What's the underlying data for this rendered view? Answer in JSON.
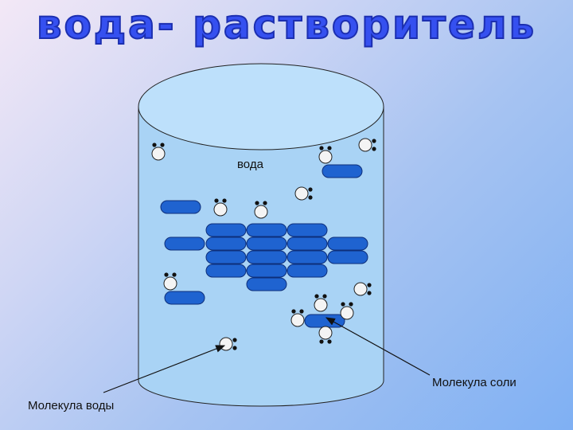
{
  "title": "вода- растворитель",
  "labels": {
    "water": "вода",
    "salt_molecule": "Молекула соли",
    "water_molecule": "Молекула воды"
  },
  "colors": {
    "title": "#3550f0",
    "salt_fill": "#1f63d0",
    "salt_stroke": "#0e2f7a",
    "water_molecule_fill": "#f4f4f4",
    "container_body": "#a9d3f5",
    "container_top": "#bde0fb"
  }
}
